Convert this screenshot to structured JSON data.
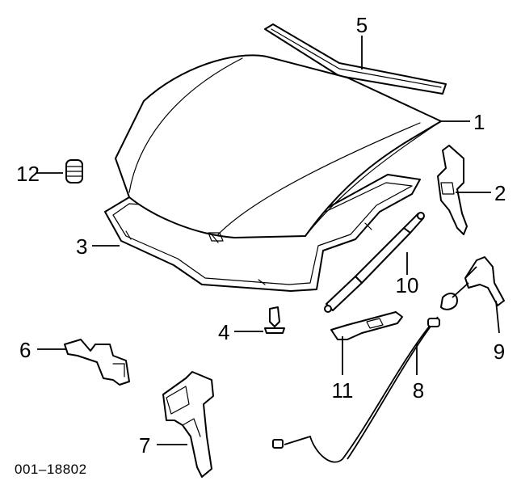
{
  "diagram": {
    "reference_code": "001–18802",
    "callouts": [
      {
        "id": "1",
        "label": "1"
      },
      {
        "id": "2",
        "label": "2"
      },
      {
        "id": "3",
        "label": "3"
      },
      {
        "id": "4",
        "label": "4"
      },
      {
        "id": "5",
        "label": "5"
      },
      {
        "id": "6",
        "label": "6"
      },
      {
        "id": "7",
        "label": "7"
      },
      {
        "id": "8",
        "label": "8"
      },
      {
        "id": "9",
        "label": "9"
      },
      {
        "id": "10",
        "label": "10"
      },
      {
        "id": "11",
        "label": "11"
      },
      {
        "id": "12",
        "label": "12"
      }
    ]
  }
}
